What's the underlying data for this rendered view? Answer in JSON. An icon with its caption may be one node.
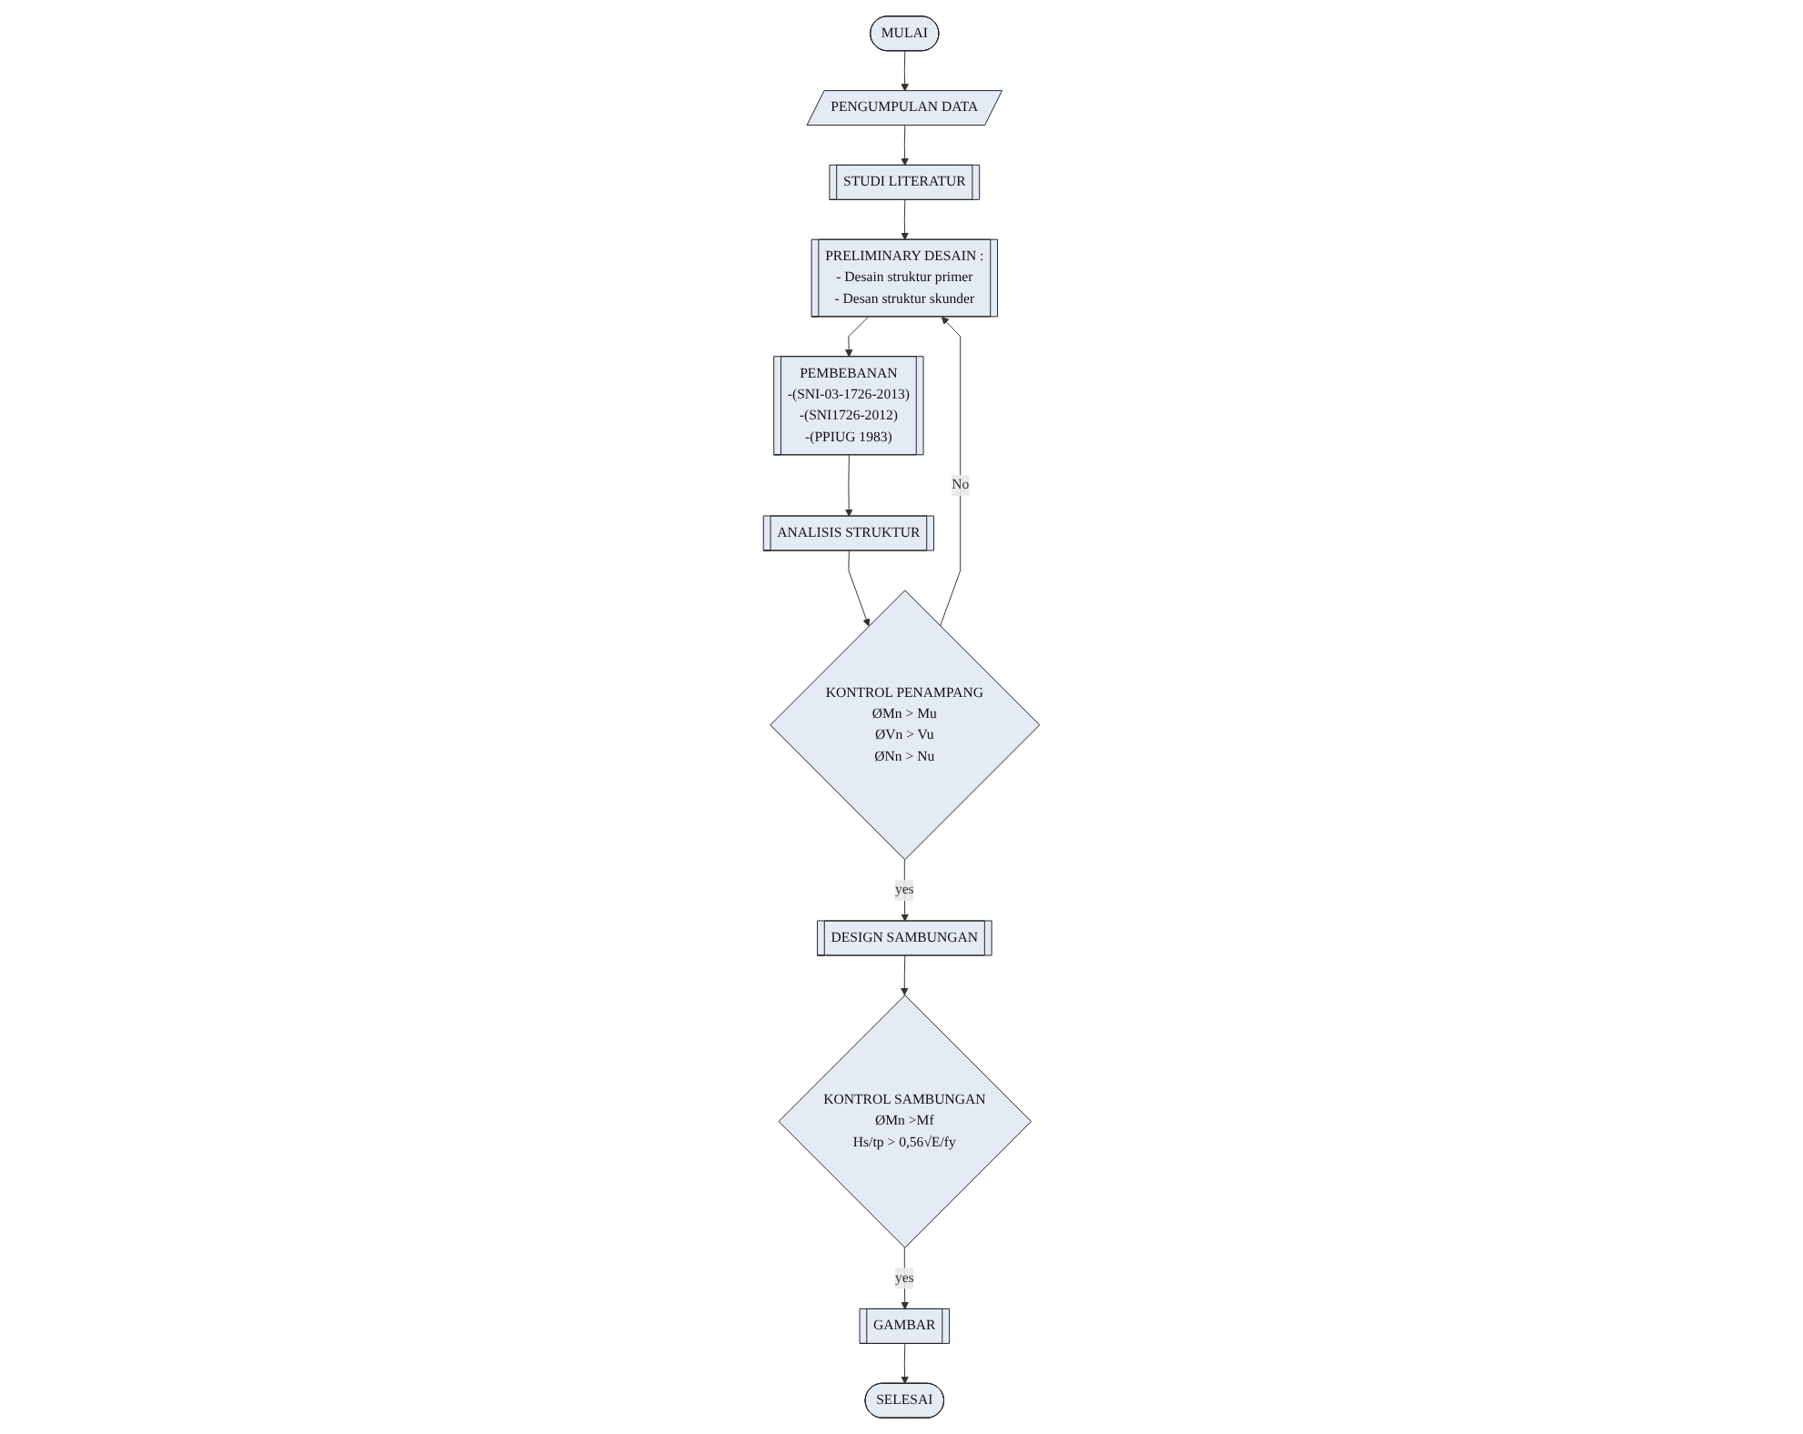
{
  "diagram": {
    "nodes": [
      {
        "text": [
          "MULAI"
        ]
      },
      {
        "text": [
          "PENGUMPULAN DATA"
        ]
      },
      {
        "text": [
          "STUDI LITERATUR"
        ]
      },
      {
        "text": [
          "PRELIMINARY DESAIN :",
          "- Desain struktur primer",
          "- Desan struktur skunder"
        ]
      },
      {
        "text": [
          "PEMBEBANAN",
          "-(SNI-03-1726-2013)",
          "-(SNI1726-2012)",
          "-(PPIUG 1983)"
        ]
      },
      {
        "text": [
          "ANALISIS STRUKTUR"
        ]
      },
      {
        "text": [
          "KONTROL PENAMPANG",
          "ØMn > Mu",
          "ØVn > Vu",
          "ØNn > Nu"
        ]
      },
      {
        "text": [
          "DESIGN SAMBUNGAN"
        ]
      },
      {
        "text": [
          "KONTROL SAMBUNGAN",
          "ØMn >Mf",
          "Hs/tp > 0,56√E/fy"
        ]
      },
      {
        "text": [
          "GAMBAR"
        ]
      },
      {
        "text": [
          "SELESAI"
        ]
      }
    ],
    "edges": [
      {
        "from": 0,
        "to": 1,
        "arrow": "to"
      },
      {
        "from": 1,
        "to": 2,
        "arrow": "to"
      },
      {
        "from": 2,
        "to": 3,
        "arrow": "to"
      },
      {
        "from": 3,
        "to": 4,
        "arrow": "to"
      },
      {
        "from": 4,
        "to": 5,
        "arrow": "to"
      },
      {
        "from": 5,
        "to": 6,
        "arrow": "to"
      },
      {
        "from": 6,
        "to": 3,
        "label": "No",
        "arrow": "to"
      },
      {
        "from": 6,
        "to": 7,
        "label": "yes",
        "arrow": "to"
      },
      {
        "from": 7,
        "to": 8,
        "arrow": "to"
      },
      {
        "from": 8,
        "to": 9,
        "label": "yes",
        "arrow": "to"
      },
      {
        "from": 9,
        "to": 10,
        "arrow": "to"
      }
    ]
  }
}
